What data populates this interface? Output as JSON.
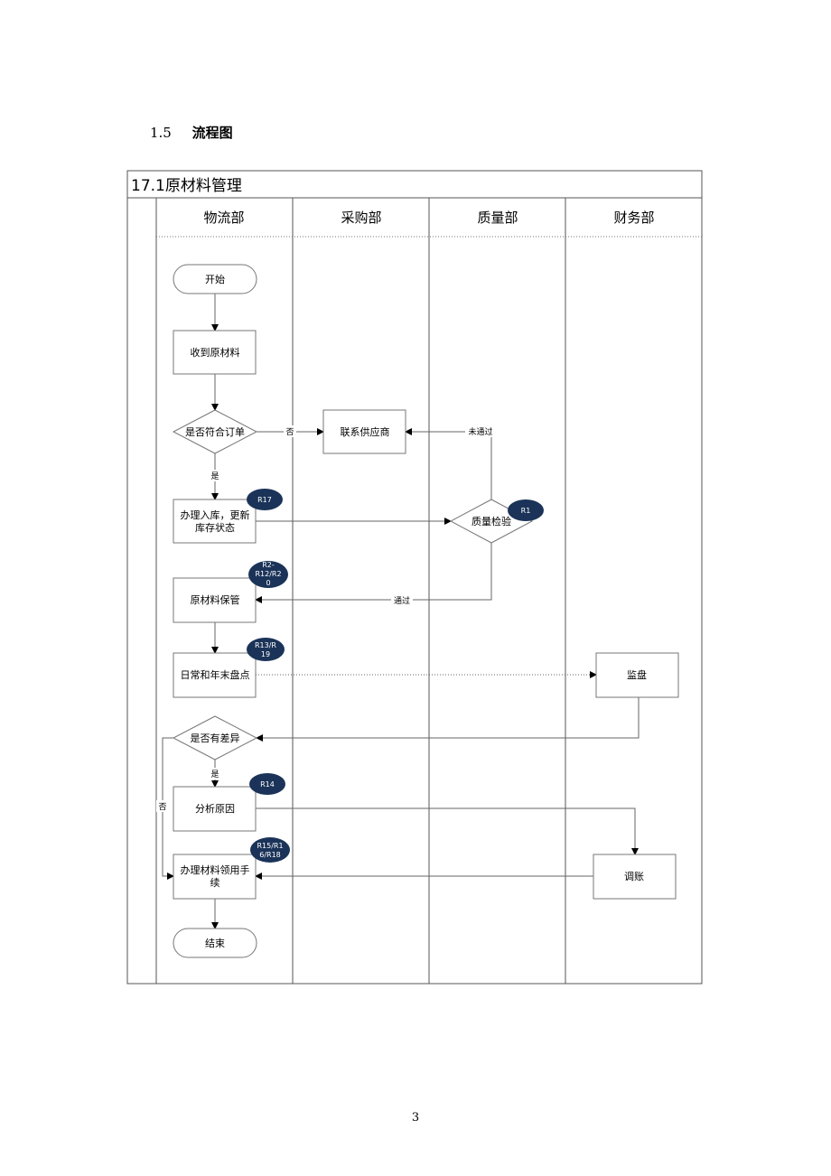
{
  "heading": {
    "number": "1.5",
    "title": "流程图"
  },
  "diagram": {
    "title": "17.1原材料管理",
    "lanes": [
      "物流部",
      "采购部",
      "质量部",
      "财务部"
    ],
    "nodes": {
      "start": "开始",
      "receive": "收到原材料",
      "check_order": "是否符合订单",
      "contact_supplier": "联系供应商",
      "warehouse_in": [
        "办理入库，更新",
        "库存状态"
      ],
      "quality_check": "质量检验",
      "storage": "原材料保管",
      "inventory_count": "日常和年末盘点",
      "supervise_count": "监盘",
      "check_diff": "是否有差异",
      "analyze": "分析原因",
      "adjust": "调账",
      "issue": [
        "办理材料领用手",
        "续"
      ],
      "end": "结束"
    },
    "badges": {
      "r17": [
        "R17"
      ],
      "r1": [
        "R1"
      ],
      "r2": [
        "R2-",
        "R12/R2",
        "0"
      ],
      "r13": [
        "R13/R",
        "19"
      ],
      "r14": [
        "R14"
      ],
      "r15": [
        "R15/R1",
        "6/R18"
      ]
    },
    "edge_labels": {
      "no_order": "否",
      "yes_order": "是",
      "not_passed": "未通过",
      "passed": "通过",
      "yes_diff": "是",
      "no_diff": "否"
    }
  },
  "page_number": "3"
}
